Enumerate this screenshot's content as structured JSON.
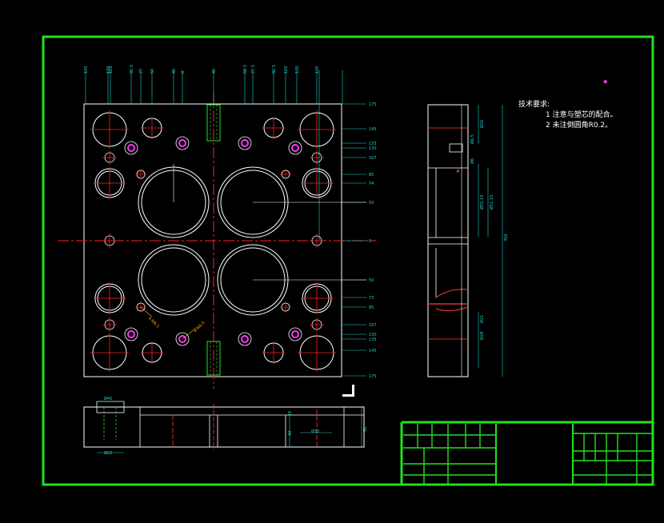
{
  "colors": {
    "background": "#000000",
    "border": "#22e022",
    "line": "#ffffff",
    "center_line": "#ff2020",
    "dimension": "#22d3cf",
    "hatch": "#ff3a3a",
    "pin_hole": "#ff33ff",
    "label": "#ffa500"
  },
  "tech_notes": {
    "title": "技术要求:",
    "items": [
      "1   注意与塑芯的配合。",
      "2  未注倒圆角R0.2。"
    ]
  },
  "top_dims": [
    "135",
    "130",
    "120",
    "92.5",
    "77",
    "50",
    "45",
    "0",
    "45",
    "58.5",
    "77.5",
    "92.5",
    "120",
    "130",
    "135"
  ],
  "right_dims": [
    "175",
    "145",
    "133",
    "130",
    "107",
    "85",
    "74",
    "50",
    "0",
    "50",
    "73",
    "85",
    "107",
    "130",
    "135",
    "145",
    "175"
  ],
  "hole_callouts": [
    "4-M6.5",
    "4-M6.5"
  ],
  "side_view_dims": [
    "Ø26",
    "Ø6.5",
    "Ø6",
    "Ø55.10",
    "Ø51.10",
    "350",
    "Ø21",
    "Ø28"
  ],
  "bottom_view_dims": [
    "Ø40",
    "Ø22",
    "Ø32",
    "50",
    "40",
    "15"
  ],
  "icons": [
    "ucs-icon"
  ]
}
